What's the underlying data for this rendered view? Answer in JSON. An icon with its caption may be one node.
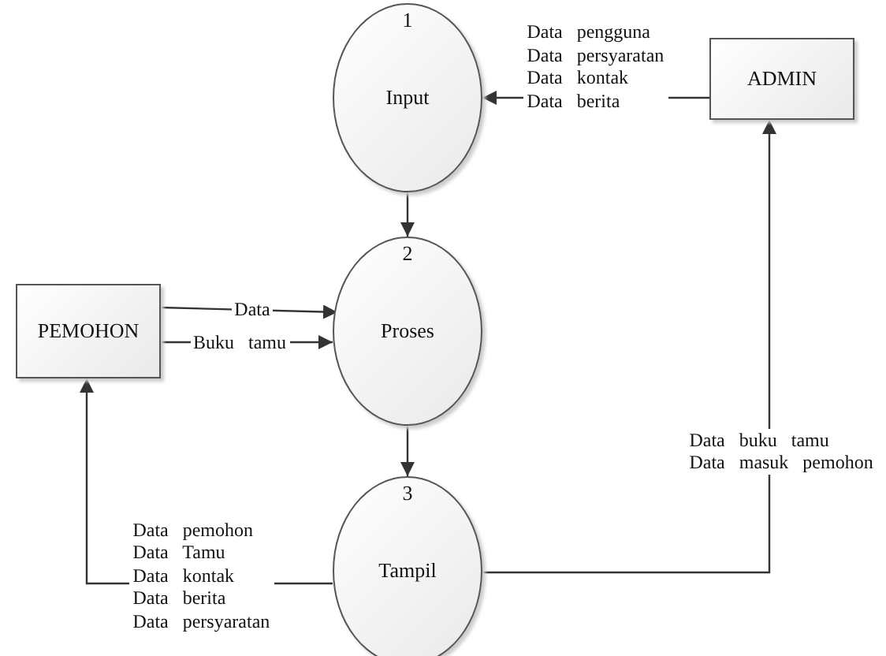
{
  "diagram": {
    "nodes": [
      {
        "text": [
          "1",
          "Input"
        ]
      },
      {
        "text": [
          "ADMIN"
        ]
      },
      {
        "text": [
          "PEMOHON"
        ]
      },
      {
        "text": [
          "2",
          "Proses"
        ]
      },
      {
        "text": [
          "3",
          "Tampil"
        ]
      }
    ],
    "edges": [
      {
        "from": 1,
        "to": 0,
        "arrow": "to",
        "label": "Data pengguna Data persyaratan Data kontak Data berita"
      },
      {
        "from": 0,
        "to": 3,
        "arrow": "to"
      },
      {
        "from": 2,
        "to": 3,
        "arrow": "to",
        "label": "Data"
      },
      {
        "from": 2,
        "to": 3,
        "arrow": "to",
        "label": "Buku tamu"
      },
      {
        "from": 3,
        "to": 4,
        "arrow": "to"
      },
      {
        "from": 4,
        "to": 2,
        "arrow": "to",
        "label": "Data pemohon Data Tamu Data kontak Data berita Data persyaratan"
      },
      {
        "from": 4,
        "to": 1,
        "arrow": "to",
        "label": "Data buku tamu Data masuk pemohon"
      }
    ]
  }
}
